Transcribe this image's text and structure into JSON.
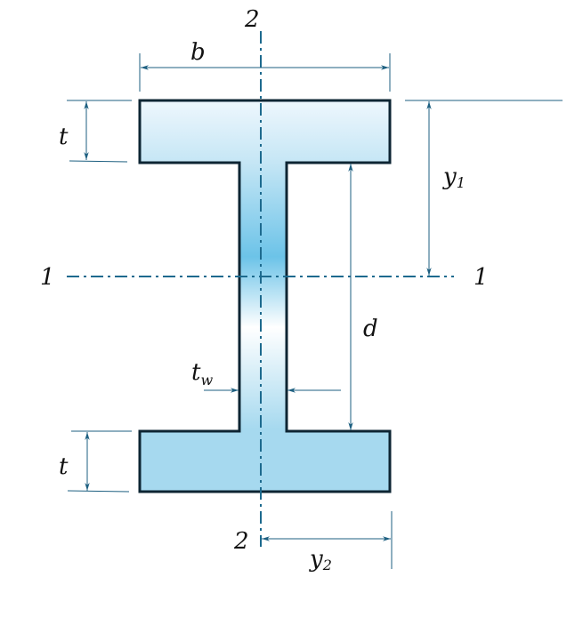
{
  "title": "I-beam cross-section",
  "labels": {
    "b": "b",
    "t_top": "t",
    "t_bottom": "t",
    "y1": "y",
    "y1_sub": "1",
    "y2": "y",
    "y2_sub": "2",
    "d": "d",
    "tw": "t",
    "tw_sub": "w",
    "axis2_top": "2",
    "axis2_bottom": "2",
    "axis1_left": "1",
    "axis1_right": "1"
  },
  "colors": {
    "outline": "#0d2533",
    "dimension": "#1d5f80",
    "fill_light": "#eef7fd",
    "fill_mid": "#6cc3e8",
    "fill_bottom": "#a6d9ef"
  }
}
